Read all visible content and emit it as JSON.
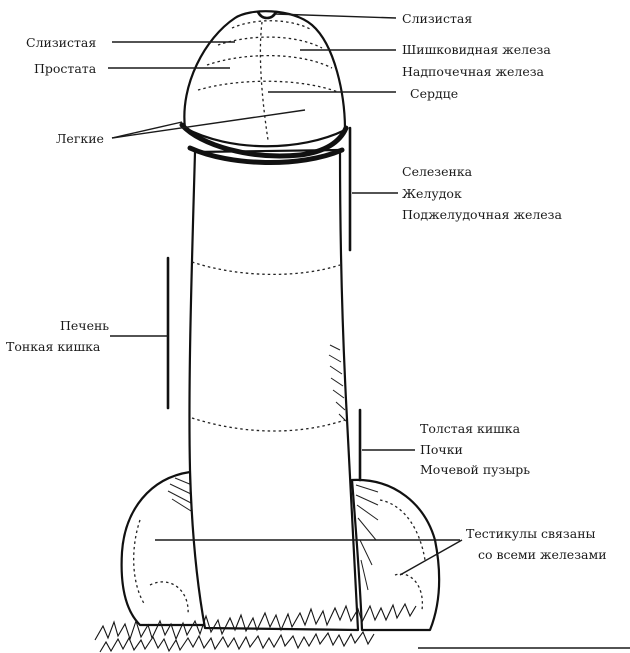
{
  "labels": {
    "top_right": "Слизистая",
    "top_left": "Слизистая",
    "prostate": "Простата",
    "pineal": "Шишковидная железа",
    "adrenal": "Надпочечная железа",
    "heart": "Сердце",
    "lungs": "Легкие",
    "spleen": "Селезенка",
    "stomach": "Желудок",
    "pancreas": "Поджелудочная железа",
    "liver": "Печень",
    "small_intestine": "Тонкая кишка",
    "large_intestine": "Толстая кишка",
    "kidneys": "Почки",
    "bladder": "Мочевой пузырь",
    "testicles_1": "Тестикулы связаны",
    "testicles_2": "со всеми железами"
  },
  "colors": {
    "ink": "#111111",
    "paper": "#ffffff"
  }
}
